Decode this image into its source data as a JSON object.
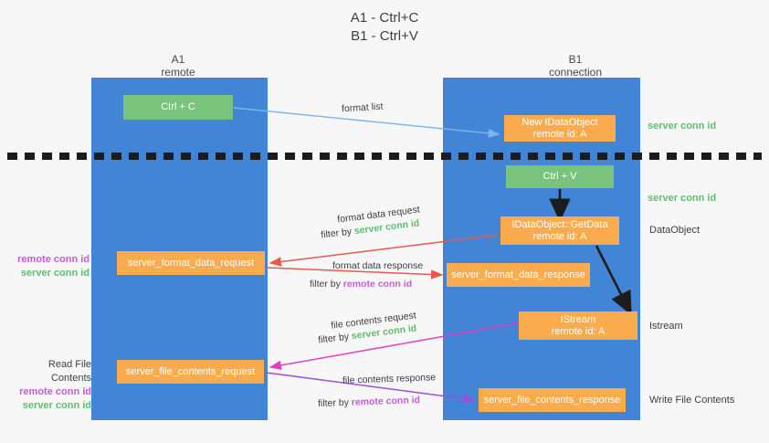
{
  "title": {
    "line1": "A1 - Ctrl+C",
    "line2": "B1 - Ctrl+V"
  },
  "columns": [
    {
      "name": "A1",
      "sub": "remote"
    },
    {
      "name": "B1",
      "sub": "connection"
    }
  ],
  "nodes": {
    "ctrl_c": {
      "label": "Ctrl + C",
      "color": "#78c47c"
    },
    "new_idataobject": {
      "line1": "New IDataObject",
      "line2": "remote id: A",
      "color": "#f9ab4e"
    },
    "ctrl_v": {
      "label": "Ctrl + V",
      "color": "#78c47c"
    },
    "getdata": {
      "line1": "IDataObject::GetData",
      "line2": "remote id: A",
      "color": "#f9ab4e"
    },
    "server_format_data_request": {
      "label": "server_format_data_request",
      "color": "#f9ab4e"
    },
    "server_format_data_response": {
      "label": "server_format_data_response",
      "color": "#f9ab4e"
    },
    "istream": {
      "line1": "IStream",
      "line2": "remote id: A",
      "color": "#f9ab4e"
    },
    "server_file_contents_request": {
      "label": "server_file_contents_request",
      "color": "#f9ab4e"
    },
    "server_file_contents_response": {
      "label": "server_file_contents_response",
      "color": "#f9ab4e"
    }
  },
  "edge_labels": {
    "format_list": "format list",
    "format_data_request": "format data request",
    "filter_by": "filter by ",
    "server_conn_id": "server conn id",
    "remote_conn_id": "remote conn id",
    "format_data_response": "format data response",
    "file_contents_request": "file contents request",
    "file_contents_response": "file contents response"
  },
  "side_labels": {
    "right_server_conn_id_top": "server conn id",
    "right_server_conn_id_mid": "server conn id",
    "right_dataobject": "DataObject",
    "right_istream": "Istream",
    "right_write_file_contents": "Write File Contents",
    "left_remote_conn_id_1": "remote conn id",
    "left_server_conn_id_1": "server conn id",
    "left_read_file_contents": "Read File Contents",
    "left_remote_conn_id_2": "remote conn id",
    "left_server_conn_id_2": "server conn id"
  },
  "colors": {
    "lane": "#4285d6",
    "green_node": "#78c47c",
    "orange_node": "#f9ab4e",
    "green_text": "#5fbd70",
    "purple_text": "#c45cd6",
    "arrow_blue": "#7cb6e8",
    "arrow_red": "#e8584f",
    "arrow_magenta": "#e040c0",
    "arrow_purple": "#9c4fd6",
    "arrow_black": "#1c1c1c",
    "divider": "#1c1c1c",
    "background": "#f7f7f7"
  }
}
